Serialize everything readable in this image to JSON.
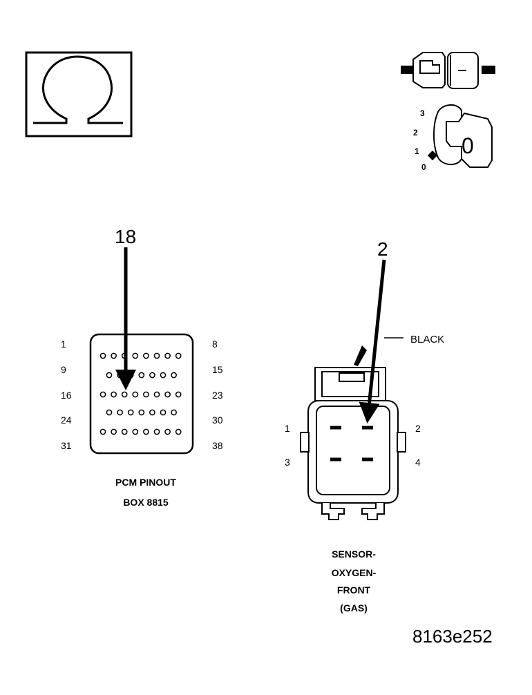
{
  "ohmmeter_symbol": {
    "icon": "omega-icon"
  },
  "ignition_switch": {
    "icon": "ignition-key-icon",
    "positions": [
      "3",
      "2",
      "1",
      "0"
    ],
    "key_label": "0"
  },
  "pcm": {
    "callout_pin": "18",
    "row_labels_left": [
      "1",
      "9",
      "16",
      "24",
      "31"
    ],
    "row_labels_right": [
      "8",
      "15",
      "23",
      "30",
      "38"
    ],
    "title_line1": "PCM PINOUT",
    "title_line2": "BOX 8815"
  },
  "sensor": {
    "callout_pin": "2",
    "color_label": "BLACK",
    "pin_labels": [
      "1",
      "2",
      "3",
      "4"
    ],
    "title_lines": [
      "SENSOR-",
      "OXYGEN-",
      "FRONT",
      "(GAS)"
    ]
  },
  "figure_id": "8163e252"
}
